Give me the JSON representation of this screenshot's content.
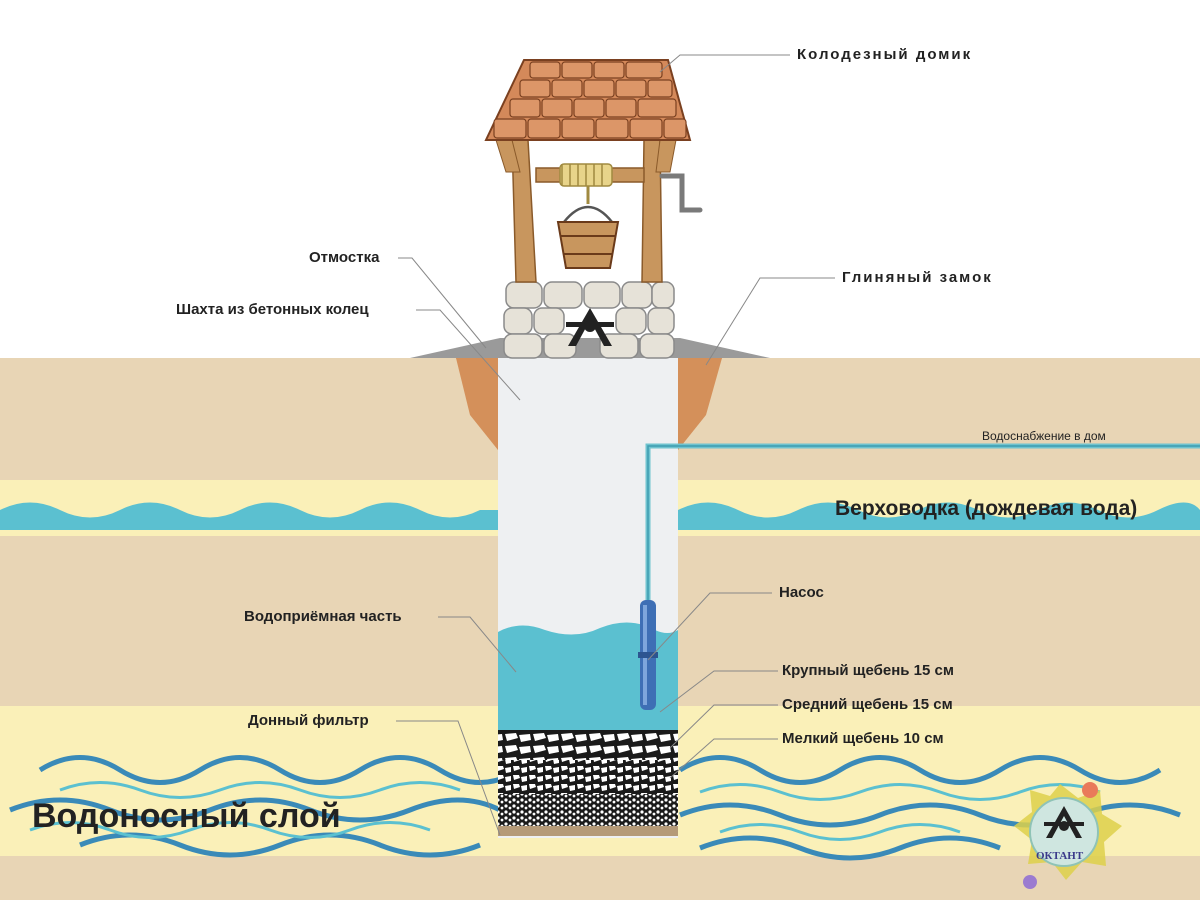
{
  "labels": {
    "well_house": "Колодезный домик",
    "apron": "Отмостка",
    "shaft": "Шахта из бетонных колец",
    "clay_lock": "Глиняный замок",
    "house_supply": "Водоснабжение в дом",
    "perched_water": "Верховодка (дождевая вода)",
    "pump": "Насос",
    "intake": "Водоприёмная часть",
    "coarse_gravel": "Крупный щебень 15 см",
    "medium_gravel": "Средний щебень 15 см",
    "fine_gravel": "Мелкий щебень 10 см",
    "bottom_filter": "Донный фильтр",
    "aquifer": "Водоносный слой"
  },
  "logo": {
    "text": "ОКТАНТ"
  },
  "colors": {
    "soil": "#e8d5b5",
    "sand_layer": "#faf0b8",
    "water": "#5bc0d0",
    "wave_dark": "#3a8ab8",
    "shaft": "#eef0f2",
    "clay": "#d4905a",
    "apron": "#9a9a9a",
    "roof": "#d4895a",
    "wood": "#c8965e"
  }
}
